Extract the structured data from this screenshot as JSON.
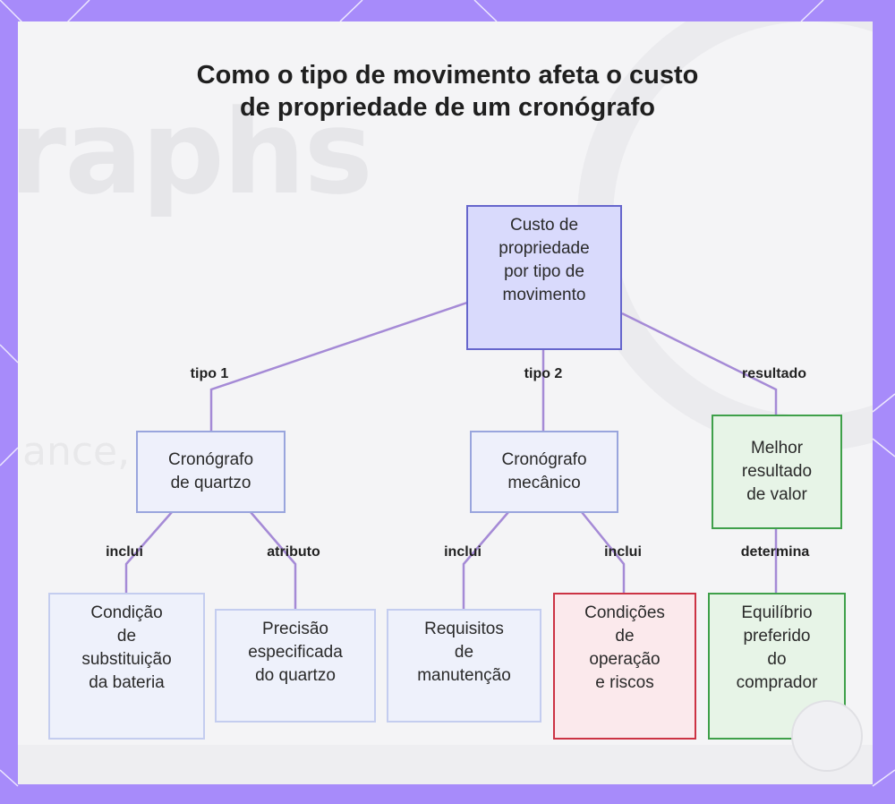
{
  "title": "Como o tipo de movimento afeta o custo de propriedade de um cronógrafo",
  "nodes": {
    "root": "Custo de\npropriedade\npor tipo de\nmovimento",
    "quartz": "Cronógrafo\nde quartzo",
    "mechanical": "Cronógrafo\nmecânico",
    "best_value": "Melhor\nresultado\nde valor",
    "battery": "Condição\nde\nsubstituição\nda bateria",
    "precision": "Precisão\nespecificada\ndo quartzo",
    "maintenance": "Requisitos\nde\nmanutenção",
    "conditions": "Condições\nde\noperação\ne riscos",
    "balance": "Equilíbrio\npreferido\ndo\ncomprador"
  },
  "edge_labels": {
    "type1": "tipo 1",
    "type2": "tipo 2",
    "result": "resultado",
    "includes_battery": "inclui",
    "attribute": "atributo",
    "includes_maintenance": "inclui",
    "includes_conditions": "inclui",
    "determines": "determina"
  },
  "background": {
    "word": "raphs",
    "word2": "ance, c"
  },
  "colors": {
    "frame": "#a78bfa",
    "edge": "#a58ad6",
    "root_fill": "#d9dafc",
    "root_border": "#6666cc",
    "green_border": "#3fa04a",
    "red_border": "#cc3344"
  }
}
